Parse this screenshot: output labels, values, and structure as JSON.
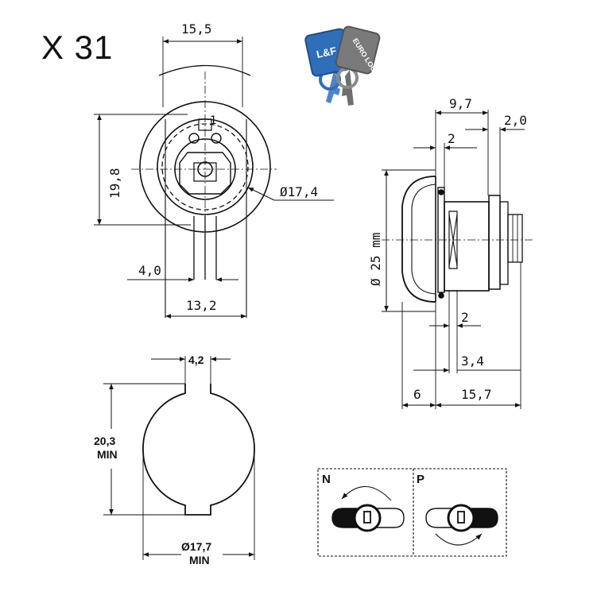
{
  "model": "X 31",
  "logos": {
    "lf_text": "L&F",
    "euro_text": "EURO LOCKS",
    "colors": {
      "lf_key": "#2f6eb8",
      "euro_key": "#7a7a7a"
    }
  },
  "front_view": {
    "dim_width_top": "15,5",
    "dim_height": "19,8",
    "dim_diameter": "Ø17,4",
    "dim_left_offset": "4,0",
    "dim_width_bottom": "13,2",
    "label_detail": "1"
  },
  "side_view": {
    "dim_top": "9,7",
    "dim_top_right": "2,0",
    "dim_flange_top": "2",
    "dim_diameter": "Ø 25 mm",
    "dim_flange_bottom": "2",
    "dim_mid": "3,4",
    "dim_bottom_left": "6",
    "dim_bottom_right": "15,7"
  },
  "cutout": {
    "dim_slot": "4,2",
    "dim_height": "20,3 MIN",
    "dim_height_line1": "20,3",
    "dim_height_line2": "MIN",
    "dim_diameter_line1": "Ø17,7",
    "dim_diameter_line2": "MIN"
  },
  "rotation": {
    "left_label": "N",
    "right_label": "P"
  }
}
